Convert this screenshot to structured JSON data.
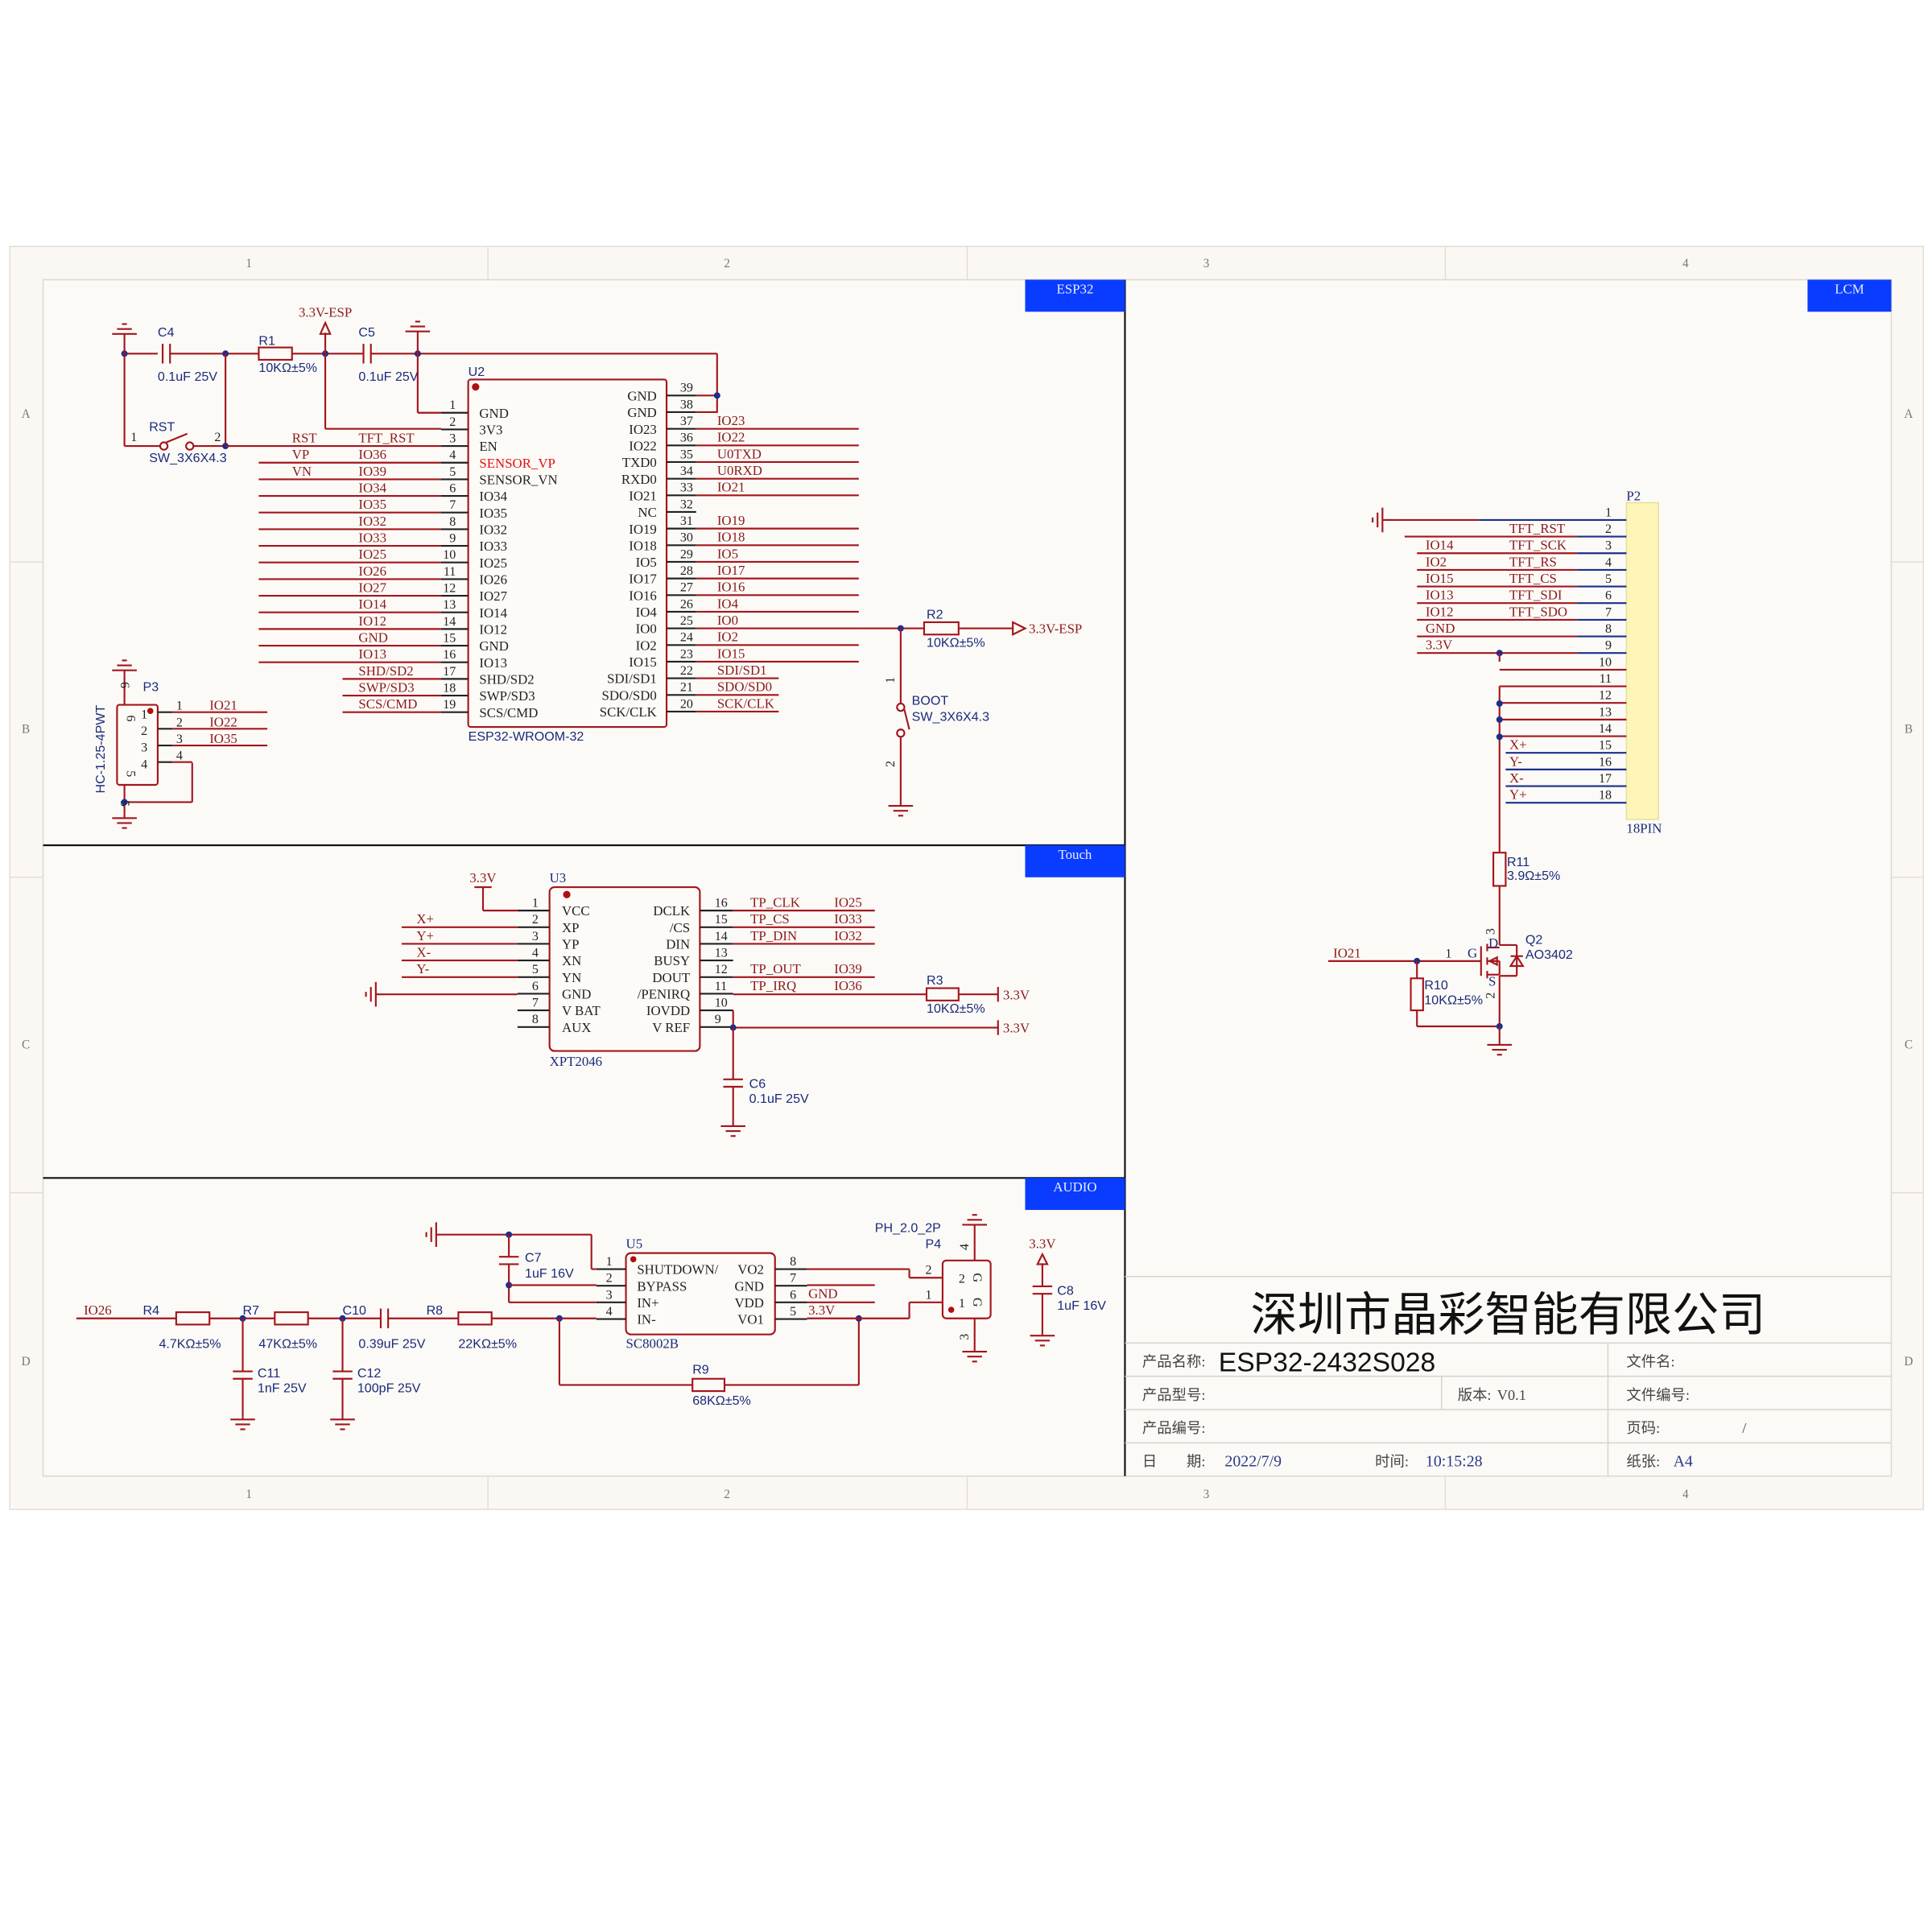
{
  "sheet": {
    "columns": [
      "1",
      "2",
      "3",
      "4"
    ],
    "rows": [
      "A",
      "B",
      "C",
      "D"
    ]
  },
  "sections": {
    "esp32": "ESP32",
    "lcm": "LCM",
    "touch": "Touch",
    "audio": "AUDIO"
  },
  "esp32": {
    "u2": {
      "ref": "U2",
      "part": "ESP32-WROOM-32",
      "left": [
        {
          "num": "1",
          "pin": "GND",
          "net": "",
          "net2": ""
        },
        {
          "num": "2",
          "pin": "3V3",
          "net": "",
          "net2": ""
        },
        {
          "num": "3",
          "pin": "EN",
          "net": "RST",
          "net2": "TFT_RST"
        },
        {
          "num": "4",
          "pin": "SENSOR_VP",
          "net": "VP",
          "net2": "IO36"
        },
        {
          "num": "5",
          "pin": "SENSOR_VN",
          "net": "VN",
          "net2": "IO39"
        },
        {
          "num": "6",
          "pin": "IO34",
          "net": "",
          "net2": "IO34"
        },
        {
          "num": "7",
          "pin": "IO35",
          "net": "",
          "net2": "IO35"
        },
        {
          "num": "8",
          "pin": "IO32",
          "net": "",
          "net2": "IO32"
        },
        {
          "num": "9",
          "pin": "IO33",
          "net": "",
          "net2": "IO33"
        },
        {
          "num": "10",
          "pin": "IO25",
          "net": "",
          "net2": "IO25"
        },
        {
          "num": "11",
          "pin": "IO26",
          "net": "",
          "net2": "IO26"
        },
        {
          "num": "12",
          "pin": "IO27",
          "net": "",
          "net2": "IO27"
        },
        {
          "num": "13",
          "pin": "IO14",
          "net": "",
          "net2": "IO14"
        },
        {
          "num": "14",
          "pin": "IO12",
          "net": "",
          "net2": "IO12"
        },
        {
          "num": "15",
          "pin": "GND",
          "net": "",
          "net2": "GND"
        },
        {
          "num": "16",
          "pin": "IO13",
          "net": "",
          "net2": "IO13"
        },
        {
          "num": "17",
          "pin": "SHD/SD2",
          "net": "",
          "net2": "SHD/SD2"
        },
        {
          "num": "18",
          "pin": "SWP/SD3",
          "net": "",
          "net2": "SWP/SD3"
        },
        {
          "num": "19",
          "pin": "SCS/CMD",
          "net": "",
          "net2": "SCS/CMD"
        }
      ],
      "right": [
        {
          "num": "39",
          "pin": "GND",
          "net": ""
        },
        {
          "num": "38",
          "pin": "GND",
          "net": ""
        },
        {
          "num": "37",
          "pin": "IO23",
          "net": "IO23"
        },
        {
          "num": "36",
          "pin": "IO22",
          "net": "IO22"
        },
        {
          "num": "35",
          "pin": "TXD0",
          "net": "U0TXD"
        },
        {
          "num": "34",
          "pin": "RXD0",
          "net": "U0RXD"
        },
        {
          "num": "33",
          "pin": "IO21",
          "net": "IO21"
        },
        {
          "num": "32",
          "pin": "NC",
          "net": ""
        },
        {
          "num": "31",
          "pin": "IO19",
          "net": "IO19"
        },
        {
          "num": "30",
          "pin": "IO18",
          "net": "IO18"
        },
        {
          "num": "29",
          "pin": "IO5",
          "net": "IO5"
        },
        {
          "num": "28",
          "pin": "IO17",
          "net": "IO17"
        },
        {
          "num": "27",
          "pin": "IO16",
          "net": "IO16"
        },
        {
          "num": "26",
          "pin": "IO4",
          "net": "IO4"
        },
        {
          "num": "25",
          "pin": "IO0",
          "net": "IO0"
        },
        {
          "num": "24",
          "pin": "IO2",
          "net": "IO2"
        },
        {
          "num": "23",
          "pin": "IO15",
          "net": "IO15"
        },
        {
          "num": "22",
          "pin": "SDI/SD1",
          "net": "SDI/SD1"
        },
        {
          "num": "21",
          "pin": "SDO/SD0",
          "net": "SDO/SD0"
        },
        {
          "num": "20",
          "pin": "SCK/CLK",
          "net": "SCK/CLK"
        }
      ]
    },
    "c4": {
      "ref": "C4",
      "value": "0.1uF 25V"
    },
    "r1": {
      "ref": "R1",
      "value": "10KΩ±5%"
    },
    "c5": {
      "ref": "C5",
      "value": "0.1uF 25V"
    },
    "power_net": "3.3V-ESP",
    "rst": {
      "ref": "RST",
      "value": "SW_3X6X4.3",
      "pin1": "1",
      "pin2": "2"
    },
    "r2": {
      "ref": "R2",
      "value": "10KΩ±5%",
      "net": "3.3V-ESP"
    },
    "boot": {
      "ref": "BOOT",
      "value": "SW_3X6X4.3",
      "pin1": "1",
      "pin2": "2"
    },
    "p3": {
      "ref": "P3",
      "part": "HC-1.25-4PWT",
      "pin5": "5",
      "pin6": "6",
      "pins": [
        {
          "num": "1",
          "net": "IO21"
        },
        {
          "num": "2",
          "net": "IO22"
        },
        {
          "num": "3",
          "net": "IO35"
        },
        {
          "num": "4",
          "net": ""
        }
      ]
    }
  },
  "touch": {
    "u3": {
      "ref": "U3",
      "part": "XPT2046",
      "vcc_net": "3.3V",
      "left": [
        {
          "num": "1",
          "pin": "VCC",
          "net": ""
        },
        {
          "num": "2",
          "pin": "XP",
          "net": "X+"
        },
        {
          "num": "3",
          "pin": "YP",
          "net": "Y+"
        },
        {
          "num": "4",
          "pin": "XN",
          "net": "X-"
        },
        {
          "num": "5",
          "pin": "YN",
          "net": "Y-"
        },
        {
          "num": "6",
          "pin": "GND",
          "net": ""
        },
        {
          "num": "7",
          "pin": "V BAT",
          "net": ""
        },
        {
          "num": "8",
          "pin": "AUX",
          "net": ""
        }
      ],
      "right": [
        {
          "num": "16",
          "pin": "DCLK",
          "net": "TP_CLK",
          "net2": "IO25"
        },
        {
          "num": "15",
          "pin": "/CS",
          "net": "TP_CS",
          "net2": "IO33"
        },
        {
          "num": "14",
          "pin": "DIN",
          "net": "TP_DIN",
          "net2": "IO32"
        },
        {
          "num": "13",
          "pin": "BUSY",
          "net": "",
          "net2": ""
        },
        {
          "num": "12",
          "pin": "DOUT",
          "net": "TP_OUT",
          "net2": "IO39"
        },
        {
          "num": "11",
          "pin": "/PENIRQ",
          "net": "TP_IRQ",
          "net2": "IO36"
        },
        {
          "num": "10",
          "pin": "IOVDD",
          "net": "",
          "net2": ""
        },
        {
          "num": "9",
          "pin": "V REF",
          "net": "",
          "net2": ""
        }
      ]
    },
    "r3": {
      "ref": "R3",
      "value": "10KΩ±5%",
      "net": "3.3V"
    },
    "vref_net": "3.3V",
    "c6": {
      "ref": "C6",
      "value": "0.1uF 25V"
    }
  },
  "audio": {
    "u5": {
      "ref": "U5",
      "part": "SC8002B",
      "left": [
        {
          "num": "1",
          "pin": "SHUTDOWN/"
        },
        {
          "num": "2",
          "pin": "BYPASS"
        },
        {
          "num": "3",
          "pin": "IN+"
        },
        {
          "num": "4",
          "pin": "IN-"
        }
      ],
      "right": [
        {
          "num": "8",
          "pin": "VO2",
          "net": ""
        },
        {
          "num": "7",
          "pin": "GND",
          "net": "GND"
        },
        {
          "num": "6",
          "pin": "VDD",
          "net": "3.3V"
        },
        {
          "num": "5",
          "pin": "VO1",
          "net": ""
        }
      ]
    },
    "input_net": "IO26",
    "r4": {
      "ref": "R4",
      "value": "4.7KΩ±5%"
    },
    "r7": {
      "ref": "R7",
      "value": "47KΩ±5%"
    },
    "c10": {
      "ref": "C10",
      "value": "0.39uF 25V"
    },
    "r8": {
      "ref": "R8",
      "value": "22KΩ±5%"
    },
    "c11": {
      "ref": "C11",
      "value": "1nF 25V"
    },
    "c12": {
      "ref": "C12",
      "value": "100pF 25V"
    },
    "r9": {
      "ref": "R9",
      "value": "68KΩ±5%"
    },
    "c7": {
      "ref": "C7",
      "value": "1uF 16V"
    },
    "p4": {
      "ref": "P4",
      "part": "PH_2.0_2P",
      "pin1": "1",
      "pin2": "2",
      "pin3": "3",
      "pin4": "4",
      "g": "G"
    },
    "c8": {
      "ref": "C8",
      "value": "1uF 16V",
      "net": "3.3V"
    }
  },
  "lcm": {
    "p2": {
      "ref": "P2",
      "part": "18PIN",
      "pins": [
        {
          "num": "1",
          "net": "",
          "net2": ""
        },
        {
          "num": "2",
          "net": "",
          "net2": "TFT_RST"
        },
        {
          "num": "3",
          "net": "IO14",
          "net2": "TFT_SCK"
        },
        {
          "num": "4",
          "net": "IO2",
          "net2": "TFT_RS"
        },
        {
          "num": "5",
          "net": "IO15",
          "net2": "TFT_CS"
        },
        {
          "num": "6",
          "net": "IO13",
          "net2": "TFT_SDI"
        },
        {
          "num": "7",
          "net": "IO12",
          "net2": "TFT_SDO"
        },
        {
          "num": "8",
          "net": "GND",
          "net2": ""
        },
        {
          "num": "9",
          "net": "3.3V",
          "net2": ""
        },
        {
          "num": "10",
          "net": "",
          "net2": ""
        },
        {
          "num": "11",
          "net": "",
          "net2": ""
        },
        {
          "num": "12",
          "net": "",
          "net2": ""
        },
        {
          "num": "13",
          "net": "",
          "net2": ""
        },
        {
          "num": "14",
          "net": "",
          "net2": ""
        },
        {
          "num": "15",
          "net": "",
          "net2": "X+"
        },
        {
          "num": "16",
          "net": "",
          "net2": "Y-"
        },
        {
          "num": "17",
          "net": "",
          "net2": "X-"
        },
        {
          "num": "18",
          "net": "",
          "net2": "Y+"
        }
      ]
    },
    "r11": {
      "ref": "R11",
      "value": "3.9Ω±5%"
    },
    "r10": {
      "ref": "R10",
      "value": "10KΩ±5%"
    },
    "q2": {
      "ref": "Q2",
      "part": "AO3402",
      "g": "G",
      "d": "D",
      "s": "S",
      "pin1": "1",
      "pin2": "2",
      "pin3": "3"
    },
    "gate_net": "IO21"
  },
  "title_block": {
    "company": "深圳市晶彩智能有限公司",
    "product_name_label": "产品名称:",
    "product_name": "ESP32-2432S028",
    "file_name_label": "文件名:",
    "model_label": "产品型号:",
    "version_label": "版本:",
    "version": "V0.1",
    "file_no_label": "文件编号:",
    "product_no_label": "产品编号:",
    "page_label": "页码:",
    "page": "/",
    "date_label": "日　　期:",
    "date": "2022/7/9",
    "time_label": "时间:",
    "time": "10:15:28",
    "paper_label": "纸张:",
    "paper": "A4"
  }
}
